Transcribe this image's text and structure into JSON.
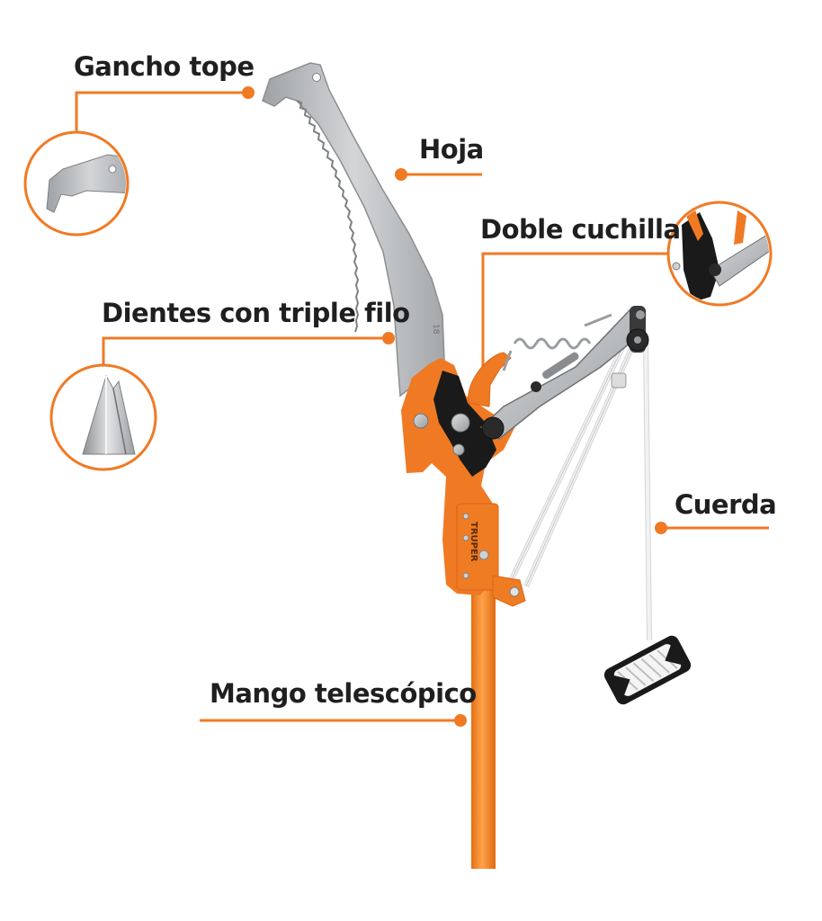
{
  "callouts": {
    "gancho_tope": "Gancho tope",
    "hoja": "Hoja",
    "doble_cuchilla": "Doble cuchilla",
    "dientes": "Dientes con triple filo",
    "cuerda": "Cuerda",
    "mango": "Mango telescópico"
  },
  "branding": {
    "logo_text": "TRUPER",
    "blade_mark": "18"
  },
  "colors": {
    "accent": "#f07a24",
    "handle": "#f08a1c",
    "blade": "#b6b8ba",
    "metal": "#c4c6c8",
    "black": "#1a1a1a",
    "text": "#1f1f1f"
  },
  "icons": {
    "hook_detail": "hook-detail-icon",
    "tooth_detail": "tooth-detail-icon",
    "blade_detail": "double-blade-detail-icon"
  }
}
